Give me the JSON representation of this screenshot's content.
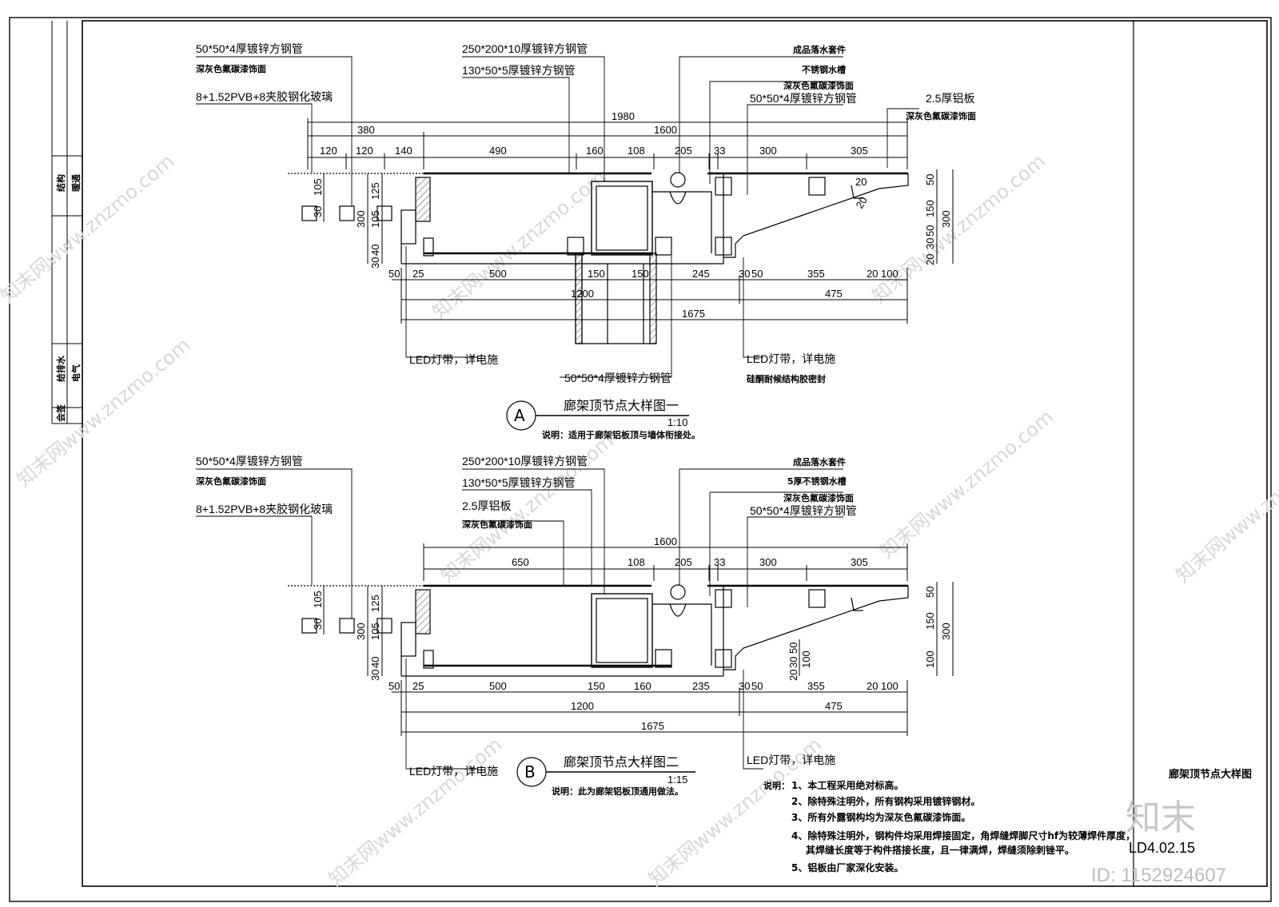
{
  "sheet": {
    "number": "LD4.02.15",
    "title": "廊架顶节点大样图",
    "watermark": "知末网www.znzmo.com",
    "brand": "知末",
    "id_label": "ID: 1152924607",
    "side_labels": [
      "结构",
      "暖通",
      "给排水",
      "电气",
      "会签"
    ]
  },
  "detail_a": {
    "marker": "A",
    "title": "廊架顶节点大样图一",
    "scale": "1:10",
    "note": "说明：适用于廊架铝板顶与墙体衔接处。",
    "callouts": {
      "tube_50_top": "50*50*4厚镀锌方钢管",
      "paint_left": "深灰色氟碳漆饰面",
      "glass": "8+1.52PVB+8夹胶钢化玻璃",
      "tube_250": "250*200*10厚镀锌方钢管",
      "tube_130": "130*50*5厚镀锌方钢管",
      "drain": "成品落水套件",
      "gutter": "不锈钢水槽",
      "paint_mid": "深灰色氟碳漆饰面",
      "tube_50_right": "50*50*4厚镀锌方钢管",
      "alu": "2.5厚铝板",
      "paint_right": "深灰色氟碳漆饰面",
      "led_left": "LED灯带，详电施",
      "tube_50_bottom": "50*50*4厚镀锌方钢管",
      "led_right": "LED灯带，详电施",
      "sealant": "硅酮耐候结构胶密封"
    },
    "dims_top": {
      "overall": "1980",
      "span_1600": "1600",
      "left_380": "380",
      "segments": [
        "120",
        "120",
        "140",
        "490",
        "160",
        "108",
        "205",
        "33",
        "300",
        "305"
      ]
    },
    "dims_bottom": {
      "segments": [
        "50",
        "25",
        "500",
        "150",
        "150",
        "245",
        "30",
        "50",
        "355",
        "20",
        "100"
      ],
      "mid": [
        "1200",
        "475"
      ],
      "overall": "1675"
    },
    "dims_left": [
      "105",
      "30",
      "300",
      "125",
      "105",
      "40",
      "30"
    ],
    "dims_right": [
      "50",
      "20",
      "20",
      "150",
      "300",
      "30",
      "50",
      "20"
    ]
  },
  "detail_b": {
    "marker": "B",
    "title": "廊架顶节点大样图二",
    "scale": "1:15",
    "note": "说明：此为廊架铝板顶通用做法。",
    "callouts": {
      "tube_50_top": "50*50*4厚镀锌方钢管",
      "paint_left": "深灰色氟碳漆饰面",
      "glass": "8+1.52PVB+8夹胶钢化玻璃",
      "tube_250": "250*200*10厚镀锌方钢管",
      "tube_130": "130*50*5厚镀锌方钢管",
      "alu": "2.5厚铝板",
      "paint_alu": "深灰色氟碳漆饰面",
      "drain": "成品落水套件",
      "gutter": "5厚不锈钢水槽",
      "paint_mid": "深灰色氟碳漆饰面",
      "tube_50_right": "50*50*4厚镀锌方钢管",
      "led_left": "LED灯带，详电施",
      "led_right": "LED灯带，详电施"
    },
    "dims_top": {
      "span_1600": "1600",
      "segments": [
        "650",
        "108",
        "205",
        "33",
        "300",
        "305"
      ]
    },
    "dims_bottom": {
      "segments": [
        "50",
        "25",
        "500",
        "150",
        "160",
        "235",
        "30",
        "50",
        "355",
        "20",
        "100"
      ],
      "mid": [
        "1200",
        "475"
      ],
      "overall": "1675"
    },
    "dims_left": [
      "105",
      "30",
      "300",
      "125",
      "105",
      "40",
      "30"
    ],
    "dims_right": [
      "50",
      "150",
      "300",
      "100",
      "30",
      "50",
      "100",
      "20"
    ]
  },
  "general_notes": {
    "label": "说明：",
    "items": [
      "1、本工程采用绝对标高。",
      "2、除特殊注明外，所有钢构采用镀锌钢材。",
      "3、所有外露钢构均为深灰色氟碳漆饰面。",
      "4、除特殊注明外，钢构件均采用焊接固定，角焊缝焊脚尺寸hf为较薄焊件厚度，",
      "其焊缝长度等于构件搭接长度，且一律满焊，焊缝须除刺锉平。",
      "5、铝板由厂家深化安装。"
    ]
  }
}
